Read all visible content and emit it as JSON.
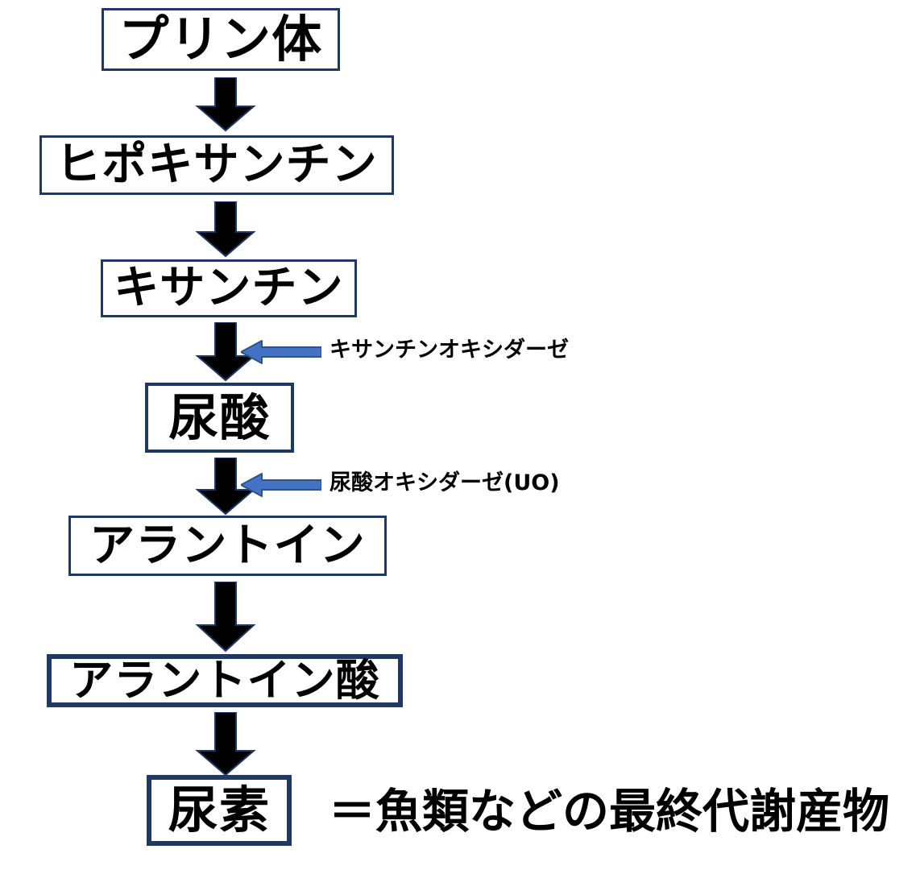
{
  "diagram": {
    "title": "purine-metabolism-pathway",
    "colors": {
      "box_border": "#1F3864",
      "box_fill": "#FFFFFF",
      "flow_arrow": "#000000",
      "enzyme_arrow_fill": "#4472C4",
      "enzyme_arrow_stroke": "#2F528F",
      "text": "#000000"
    },
    "nodes": [
      {
        "id": "purine",
        "label": "プリン体"
      },
      {
        "id": "hypoxanthine",
        "label": "ヒポキサンチン"
      },
      {
        "id": "xanthine",
        "label": "キサンチン"
      },
      {
        "id": "uric-acid",
        "label": "尿酸"
      },
      {
        "id": "allantoin",
        "label": "アラントイン"
      },
      {
        "id": "allantoic-acid",
        "label": "アラントイン酸"
      },
      {
        "id": "urea",
        "label": "尿素"
      }
    ],
    "enzymes": [
      {
        "id": "xanthine-oxidase",
        "label": "キサンチンオキシダーゼ"
      },
      {
        "id": "urate-oxidase",
        "label": "尿酸オキシダーゼ(UO)"
      }
    ],
    "annotation": {
      "text": "＝魚類などの最終代謝産物"
    }
  }
}
